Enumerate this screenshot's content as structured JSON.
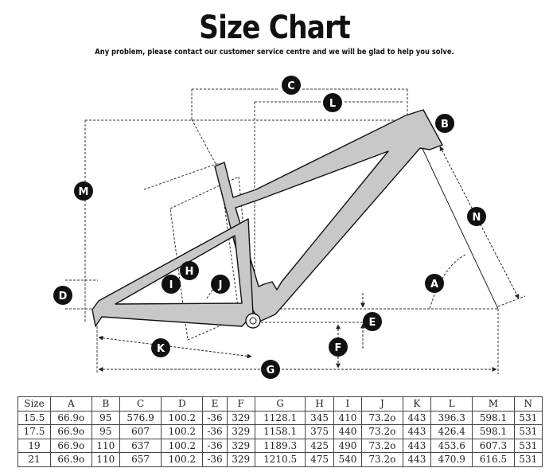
{
  "title": "Size Chart",
  "subtitle": "Any problem, please contact our customer service centre and we will be glad to help you solve.",
  "colors": {
    "frame_fill": "#c8c8c8",
    "label_circle": "#111111",
    "label_text": "#ffffff"
  },
  "labels": {
    "A": "A",
    "B": "B",
    "C": "C",
    "D": "D",
    "E": "E",
    "F": "F",
    "G": "G",
    "H": "H",
    "I": "I",
    "J": "J",
    "K": "K",
    "L": "L",
    "M": "M",
    "N": "N"
  },
  "table": {
    "headers": [
      "Size",
      "A",
      "B",
      "C",
      "D",
      "E",
      "F",
      "G",
      "H",
      "I",
      "J",
      "K",
      "L",
      "M",
      "N"
    ],
    "rows": [
      [
        "15.5",
        "66.9o",
        "95",
        "576.9",
        "100.2",
        "-36",
        "329",
        "1128.1",
        "345",
        "410",
        "73.2o",
        "443",
        "396.3",
        "598.1",
        "531"
      ],
      [
        "17.5",
        "66.9o",
        "95",
        "607",
        "100.2",
        "-36",
        "329",
        "1158.1",
        "375",
        "440",
        "73.2o",
        "443",
        "426.4",
        "598.1",
        "531"
      ],
      [
        "19",
        "66.9o",
        "110",
        "637",
        "100.2",
        "-36",
        "329",
        "1189.3",
        "425",
        "490",
        "73.2o",
        "443",
        "453.6",
        "607.3",
        "531"
      ],
      [
        "21",
        "66.9o",
        "110",
        "657",
        "100.2",
        "-36",
        "329",
        "1210.5",
        "475",
        "540",
        "73.2o",
        "443",
        "470.9",
        "616.5",
        "531"
      ]
    ]
  }
}
